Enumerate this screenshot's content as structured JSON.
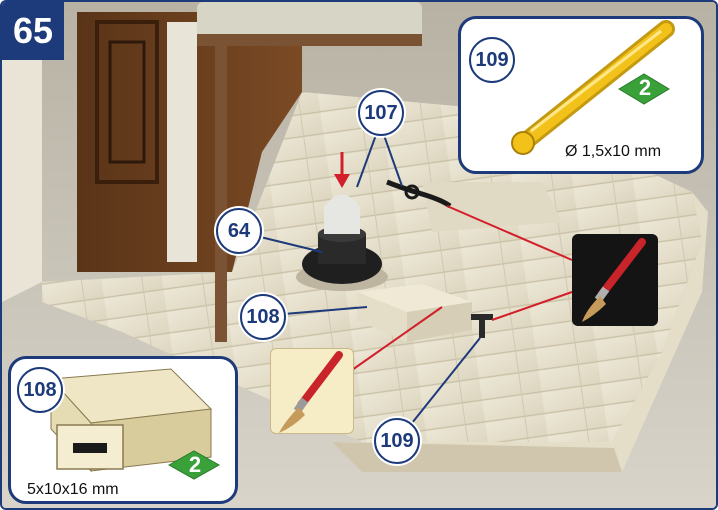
{
  "step": "65",
  "callouts": {
    "c107": "107",
    "c64": "64",
    "c108": "108",
    "c109": "109"
  },
  "inset_rod": {
    "part": "109",
    "qty": "2",
    "dimension": "Ø 1,5x10 mm"
  },
  "inset_block": {
    "part": "108",
    "qty": "2",
    "dimension": "5x10x16 mm"
  },
  "colors": {
    "frame": "#1d3a7a",
    "glue_line": "#d21f2a",
    "qty_badge": "#3aa13a",
    "rod": "#f2c21a"
  },
  "icons": [
    "paintbrush-dark-icon",
    "paintbrush-light-icon",
    "arrow-down-icon",
    "rod-icon",
    "block-icon"
  ]
}
